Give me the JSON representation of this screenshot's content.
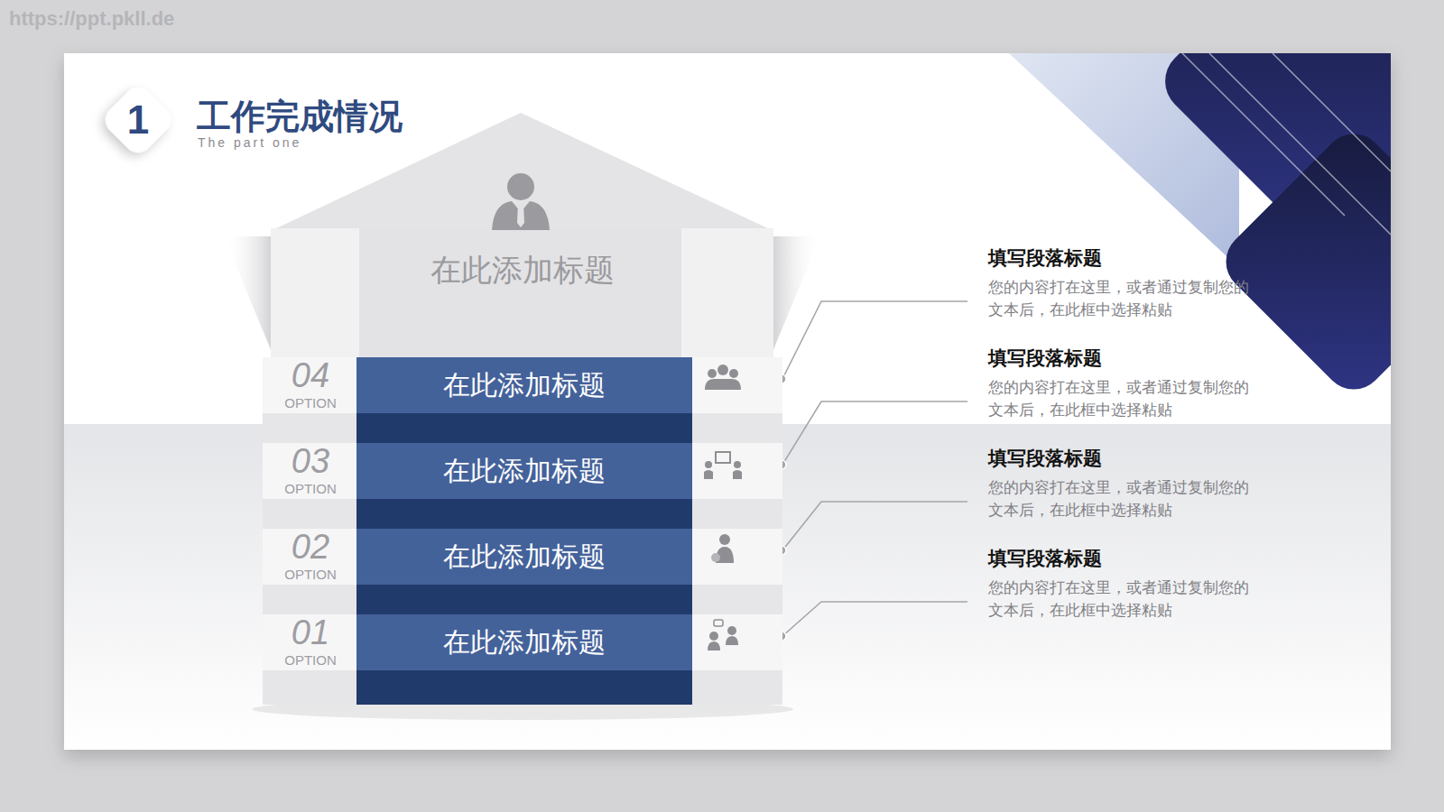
{
  "diagram": {
    "title": "工作完成情况",
    "nodes": [
      {
        "text": [
          "在此添加标题"
        ]
      },
      {
        "text": [
          "04",
          "OPTION",
          "在此添加标题"
        ]
      },
      {
        "text": [
          "03",
          "OPTION",
          "在此添加标题"
        ]
      },
      {
        "text": [
          "02",
          "OPTION",
          "在此添加标题"
        ]
      },
      {
        "text": [
          "01",
          "OPTION",
          "在此添加标题"
        ]
      },
      {
        "text": [
          "填写段落标题",
          "您的内容打在这里，或者通过复制您的文本后，在此框中选择粘贴"
        ]
      },
      {
        "text": [
          "填写段落标题",
          "您的内容打在这里，或者通过复制您的文本后，在此框中选择粘贴"
        ]
      },
      {
        "text": [
          "填写段落标题",
          "您的内容打在这里，或者通过复制您的文本后，在此框中选择粘贴"
        ]
      },
      {
        "text": [
          "填写段落标题",
          "您的内容打在这里，或者通过复制您的文本后，在此框中选择粘贴"
        ]
      }
    ],
    "edges": [
      {
        "from": 1,
        "to": 5,
        "arrow": "none"
      },
      {
        "from": 2,
        "to": 6,
        "arrow": "none"
      },
      {
        "from": 3,
        "to": 7,
        "arrow": "none"
      },
      {
        "from": 4,
        "to": 8,
        "arrow": "none"
      }
    ],
    "labels": [
      "https://ppt.pkll.de",
      "1",
      "The part one"
    ]
  }
}
